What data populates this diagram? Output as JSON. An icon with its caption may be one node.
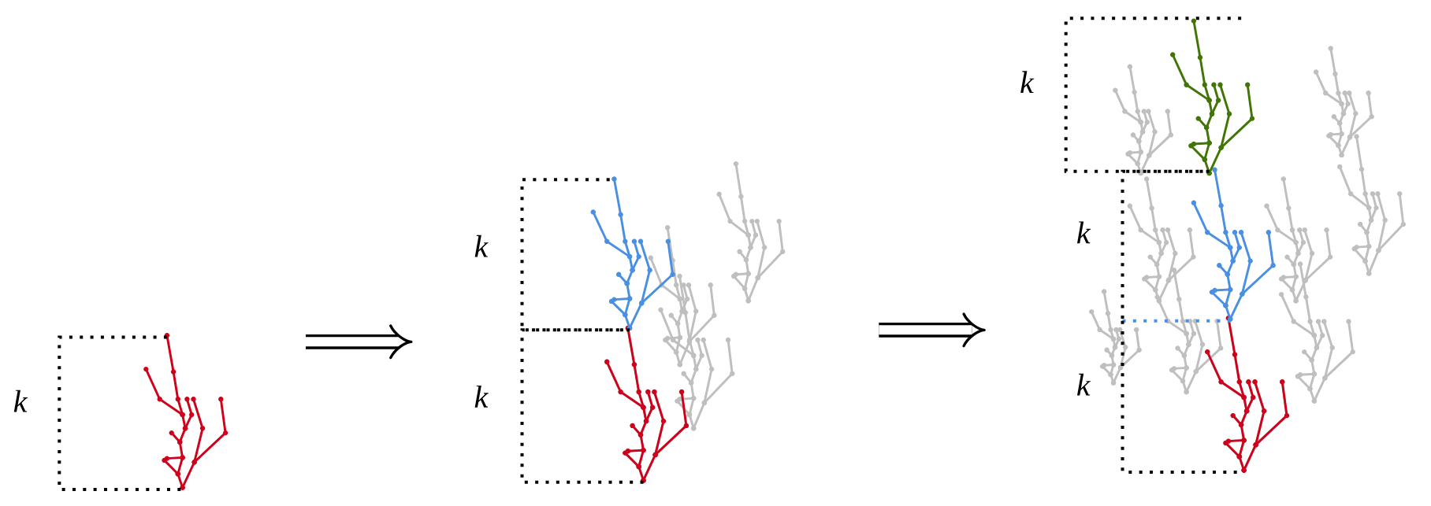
{
  "diagram": {
    "labels": [
      "k",
      "k",
      "k",
      "k",
      "k",
      "k"
    ]
  }
}
